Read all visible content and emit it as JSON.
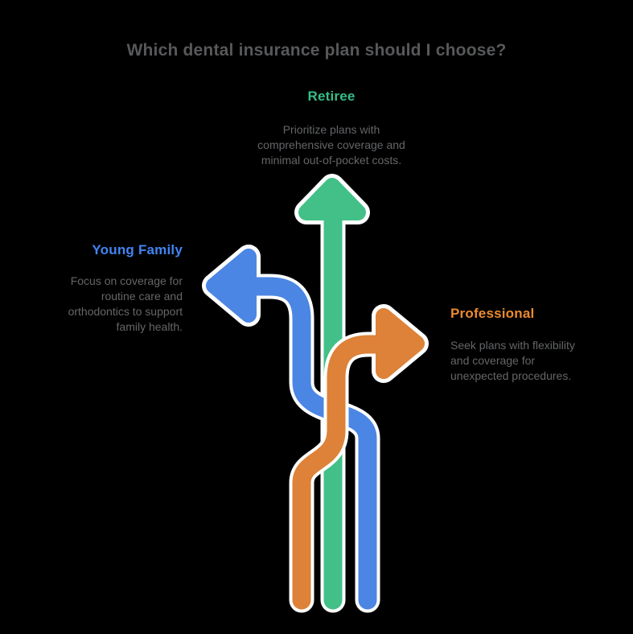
{
  "title": "Which dental insurance plan should I choose?",
  "branches": {
    "retiree": {
      "label": "Retiree",
      "description": "Prioritize plans with\ncomprehensive coverage and\nminimal out-of-pocket costs.",
      "arrow_direction": "up"
    },
    "young_family": {
      "label": "Young Family",
      "description": "Focus on coverage for\nroutine care and\northodontics to support\nfamily health.",
      "arrow_direction": "left"
    },
    "professional": {
      "label": "Professional",
      "description": "Seek plans with flexibility\nand coverage for\nunexpected procedures.",
      "arrow_direction": "right"
    }
  },
  "colors": {
    "background": "#000000",
    "outline": "#ffffff",
    "arrow-green": "#42c087",
    "arrow-blue": "#4c86e4",
    "arrow-orange": "#dd8238",
    "label-green": "#37bd89",
    "label-blue": "#4285f4",
    "label-orange": "#ed8a2f",
    "title-text": "#57585a",
    "body-text": "#646669"
  }
}
